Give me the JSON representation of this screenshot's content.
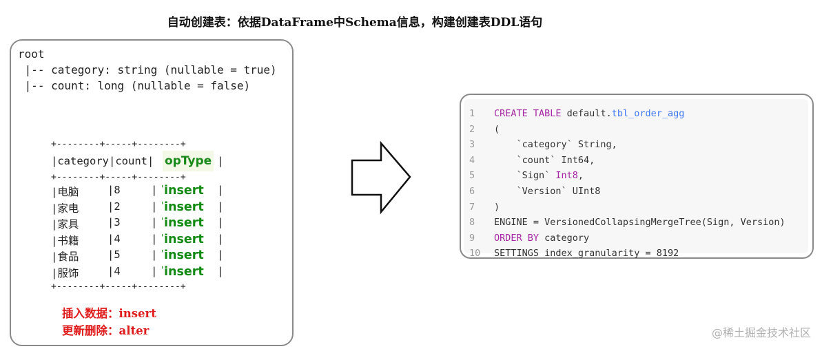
{
  "title": "自动创建表：依据DataFrame中Schema信息，构建创建表DDL语句",
  "schema": {
    "root": "root",
    "lines": [
      " |-- category: string (nullable = true)",
      " |-- count: long (nullable = false)"
    ]
  },
  "table": {
    "border": "+--------+-----+--------+",
    "headers": [
      "|category|count|",
      "opType",
      "|"
    ],
    "rows": [
      {
        "category": "|电脑",
        "count": "|8",
        "pipe": "|",
        "optype": "insert",
        "end": "|"
      },
      {
        "category": "|家电",
        "count": "|2",
        "pipe": "|",
        "optype": "insert",
        "end": "|"
      },
      {
        "category": "|家具",
        "count": "|3",
        "pipe": "|",
        "optype": "insert",
        "end": "|"
      },
      {
        "category": "|书籍",
        "count": "|4",
        "pipe": "|",
        "optype": "insert",
        "end": "|"
      },
      {
        "category": "|食品",
        "count": "|5",
        "pipe": "|",
        "optype": "insert",
        "end": "|"
      },
      {
        "category": "|服饰",
        "count": "|4",
        "pipe": "|",
        "optype": "insert",
        "end": "|"
      }
    ]
  },
  "notes": [
    "插入数据：insert",
    "更新删除：alter"
  ],
  "code": {
    "line_numbers": [
      "1",
      "2",
      "3",
      "4",
      "5",
      "6",
      "7",
      "8",
      "9",
      "10"
    ],
    "l1": {
      "kw": "CREATE TABLE",
      "db": " default.",
      "tbl": "tbl_order_agg"
    },
    "l2": "(",
    "l3": "    `category` String,",
    "l4": "    `count` Int64,",
    "l5": {
      "name": "    `Sign` ",
      "type": "Int8",
      "rest": ","
    },
    "l6": "    `Version` UInt8",
    "l7": ")",
    "l8": "ENGINE = VersionedCollapsingMergeTree(Sign, Version)",
    "l9": {
      "kw": "ORDER BY",
      "rest": " category"
    },
    "l10": "SETTINGS index_granularity = 8192"
  },
  "watermark": "@稀土掘金技术社区"
}
